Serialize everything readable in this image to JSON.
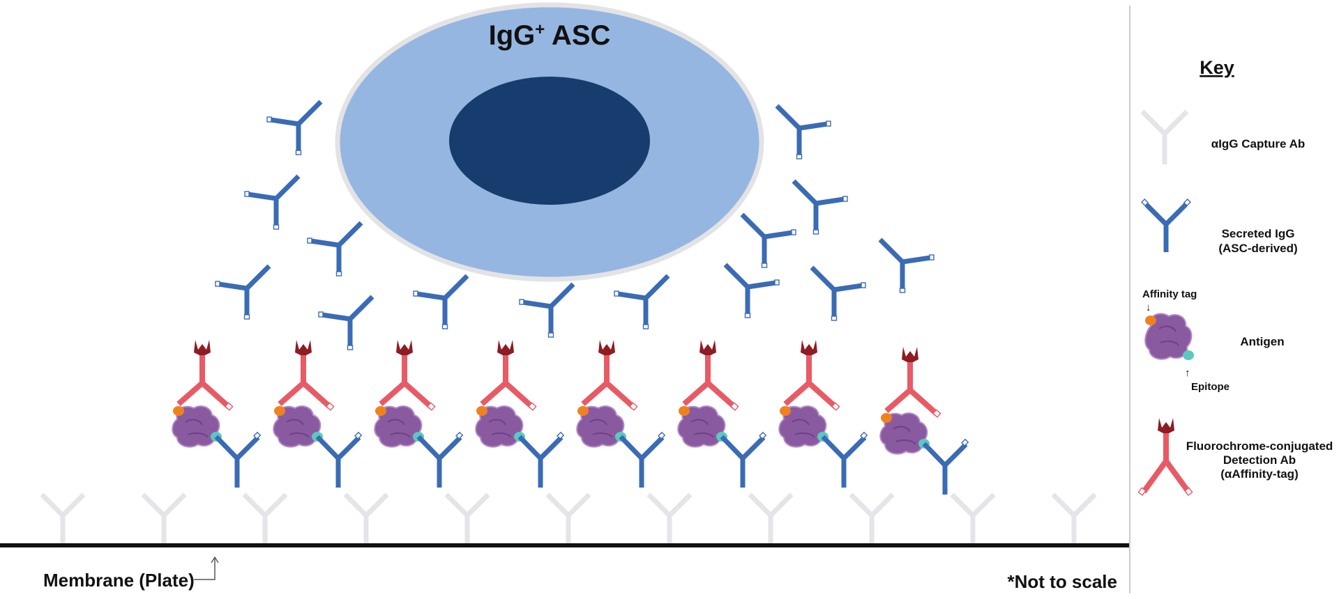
{
  "diagram": {
    "cell_label_main": "IgG",
    "cell_label_sup": "+",
    "cell_label_rest": " ASC",
    "membrane_label": "Membrane (Plate)",
    "scale_note": "*Not to scale"
  },
  "key": {
    "title": "Key",
    "capture_ab": "αIgG Capture Ab",
    "secreted_igg_line1": "Secreted IgG",
    "secreted_igg_line2": "(ASC-derived)",
    "affinity_tag": "Affinity tag",
    "antigen": "Antigen",
    "epitope": "Epitope",
    "detection_line1": "Fluorochrome-conjugated",
    "detection_line2": "Detection Ab",
    "detection_line3": "(αAffinity-tag)"
  },
  "colors": {
    "capture_ab": "#e3e5e8",
    "secreted_igg": "#3a6bb5",
    "detection_ab": "#e85a65",
    "fluorochrome": "#8e1c22",
    "antigen": "#8a5aa0",
    "affinity_tag": "#f0821e",
    "epitope": "#5cc8c0",
    "cell_cytoplasm": "#95b6e0",
    "cell_nucleus": "#173c6e",
    "membrane": "#111111"
  }
}
